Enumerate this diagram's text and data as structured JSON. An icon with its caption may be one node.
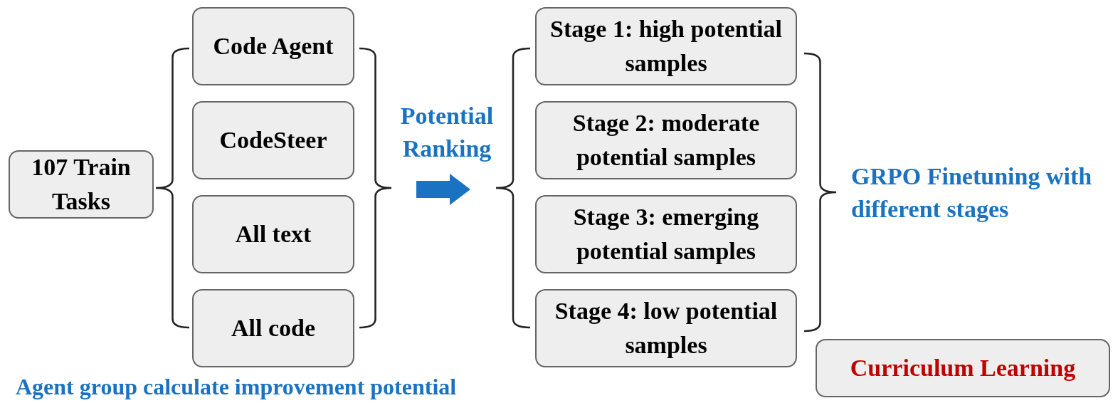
{
  "diagram": {
    "nodes": [
      {
        "text": [
          "107 Train Tasks"
        ]
      },
      {
        "text": [
          "Code Agent"
        ]
      },
      {
        "text": [
          "CodeSteer"
        ]
      },
      {
        "text": [
          "All text"
        ]
      },
      {
        "text": [
          "All code"
        ]
      },
      {
        "text": [
          "Stage 1: high potential samples"
        ]
      },
      {
        "text": [
          "Stage 2: moderate potential samples"
        ]
      },
      {
        "text": [
          "Stage 3: emerging potential samples"
        ]
      },
      {
        "text": [
          "Stage 4: low potential samples"
        ]
      },
      {
        "text": [
          "Curriculum Learning"
        ]
      }
    ],
    "edges": [],
    "labels": [
      "Potential Ranking",
      "GRPO Finetuning with different stages",
      "Agent group calculate improvement potential"
    ]
  }
}
